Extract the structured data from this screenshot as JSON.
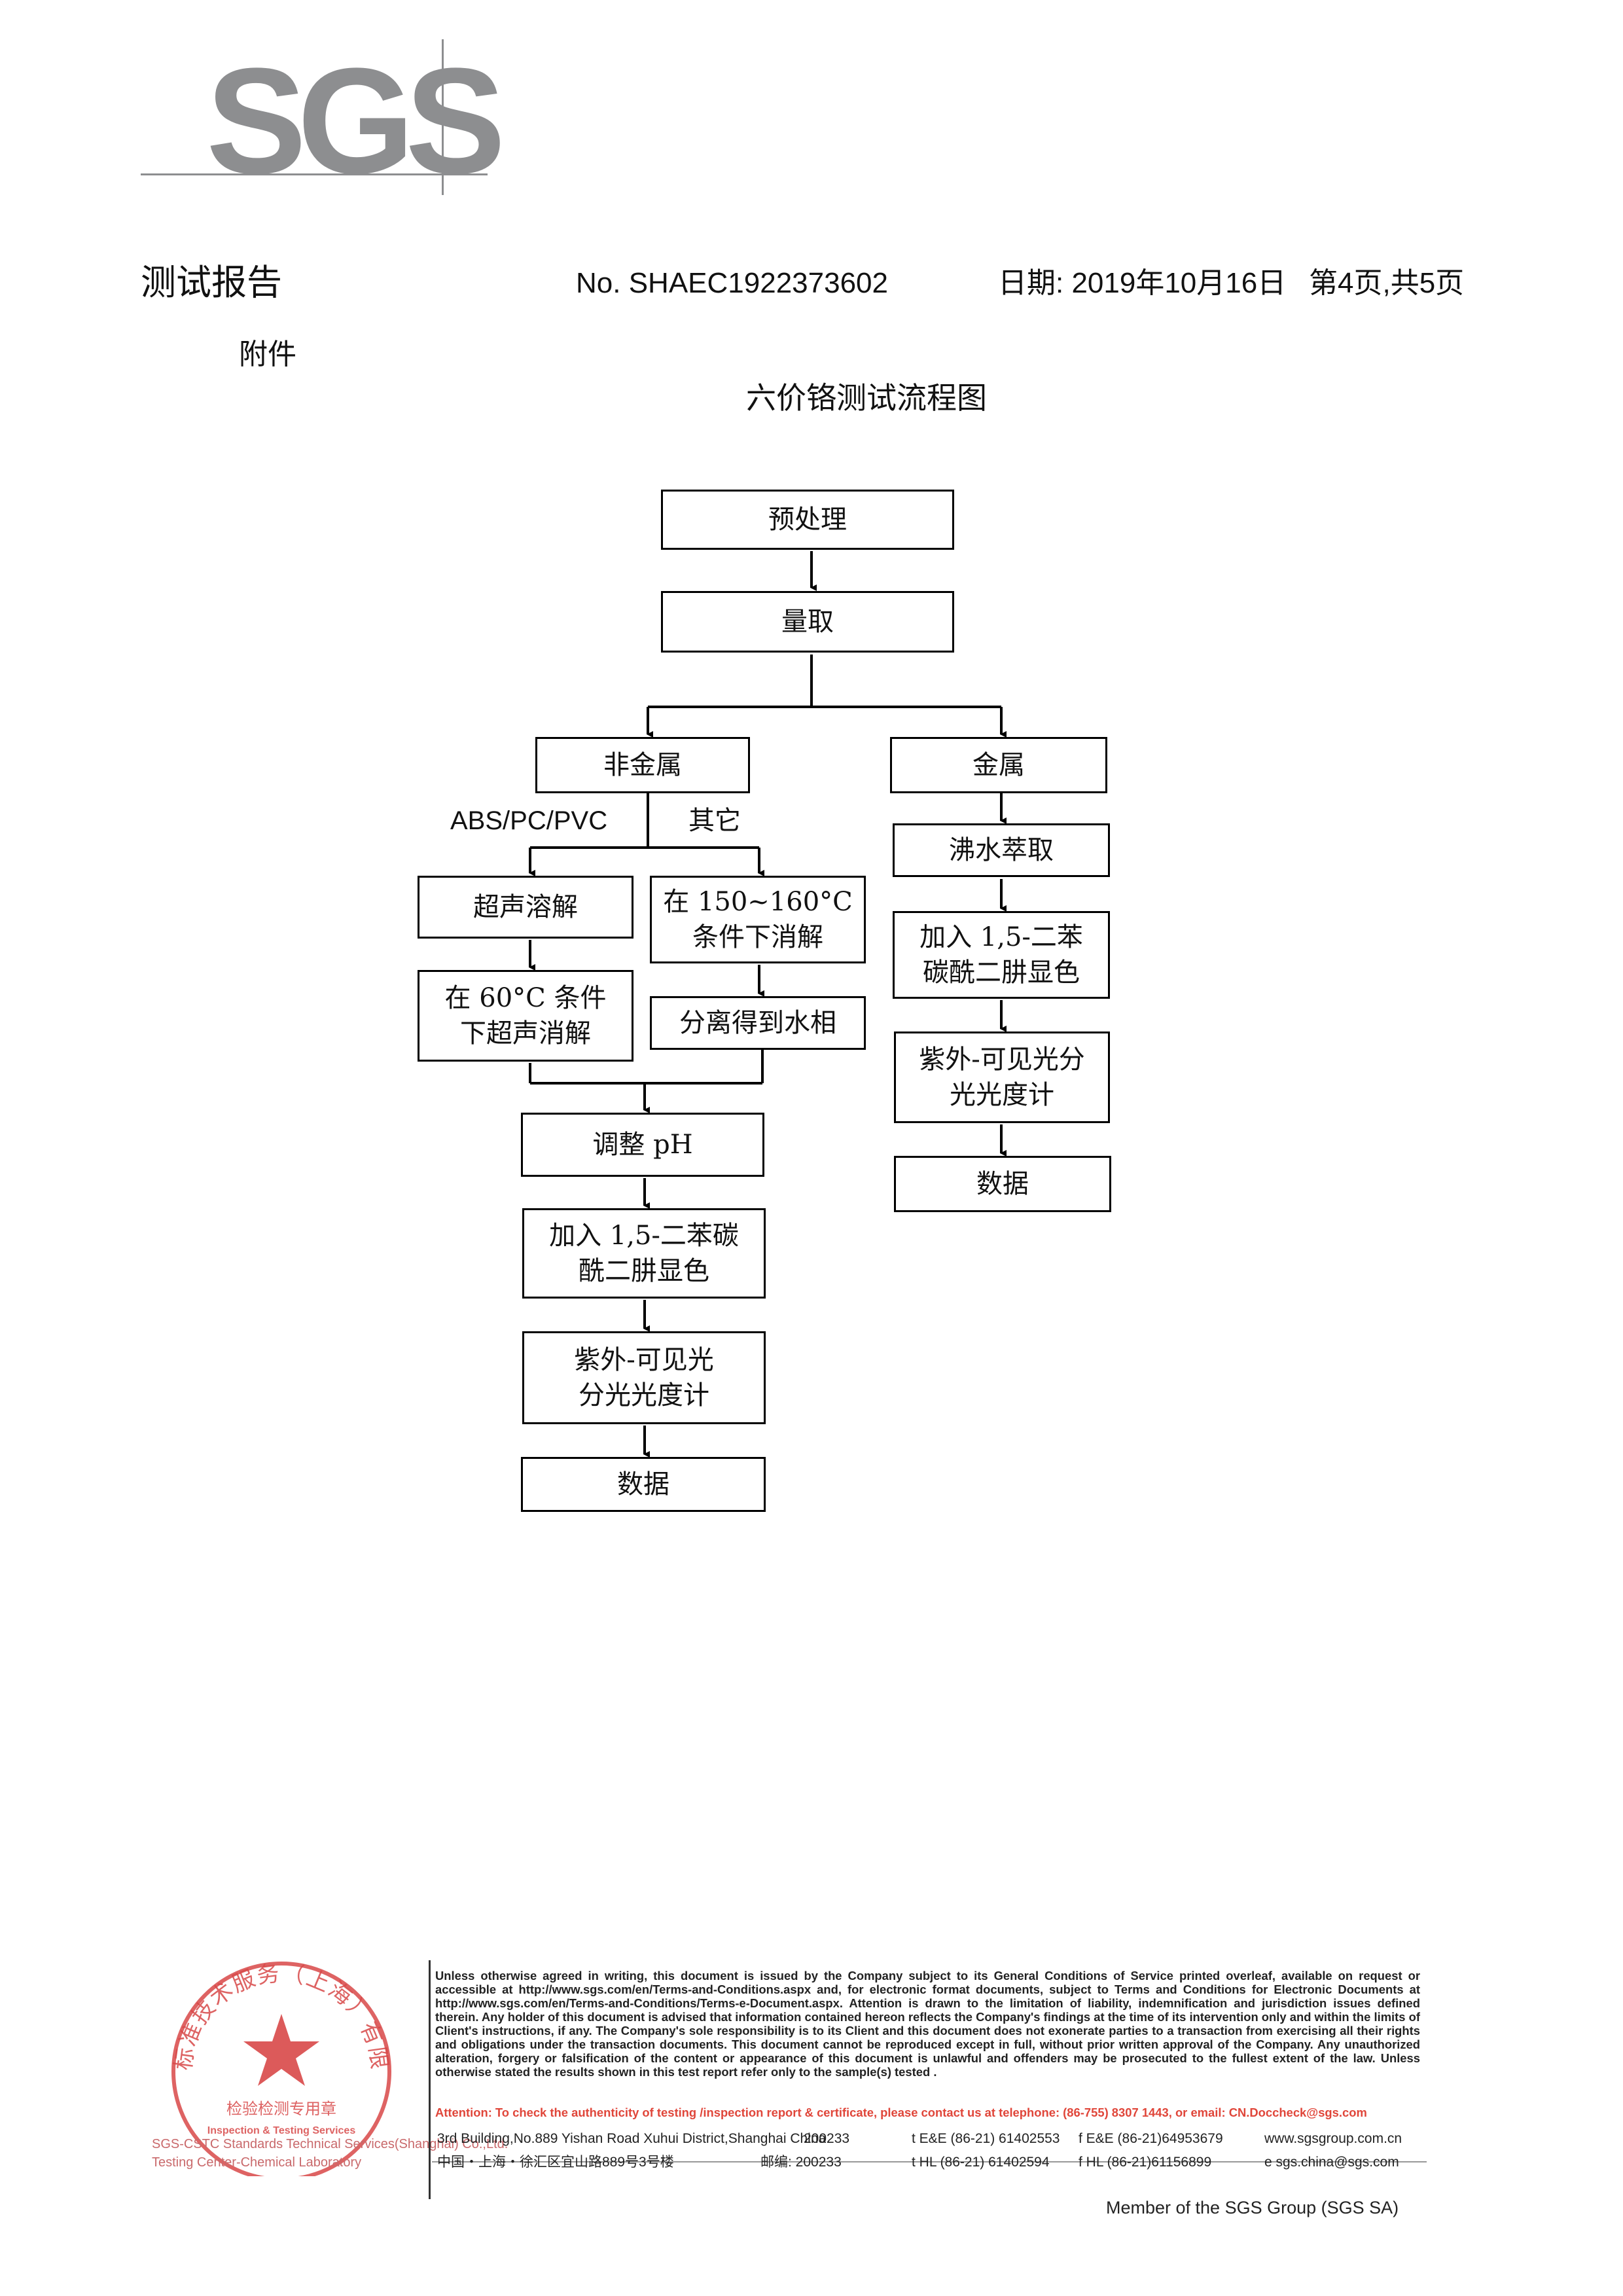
{
  "logo": {
    "text": "SGS",
    "color": "#8d8e90"
  },
  "header": {
    "title": "测试报告",
    "report_no": "No. SHAEC1922373602",
    "date": "日期: 2019年10月16日",
    "page": "第4页,共5页"
  },
  "attachment": "附件",
  "flow_title": "六价铬测试流程图",
  "flowchart": {
    "pretreat": "预处理",
    "measure": "量取",
    "nonmetal": "非金属",
    "metal": "金属",
    "label_abs": "ABS/PC/PVC",
    "label_other": "其它",
    "ultrasonic": "超声溶解",
    "digest_150": [
      "在 150~160°C",
      "条件下消解"
    ],
    "digest_60": [
      "在 60°C 条件",
      "下超声消解"
    ],
    "separate": "分离得到水相",
    "adjust_ph": "调整 pH",
    "add_dpc_left": [
      "加入 1,5-二苯碳",
      "酰二肼显色"
    ],
    "uv_left": [
      "紫外-可见光",
      "分光光度计"
    ],
    "data_left": "数据",
    "boil": "沸水萃取",
    "add_dpc_right": [
      "加入 1,5-二苯",
      "碳酰二肼显色"
    ],
    "uv_right": [
      "紫外-可见光分",
      "光光度计"
    ],
    "data_right": "数据"
  },
  "stamp": {
    "ring_text": "通标标准技术服务（上海）有限公司",
    "center_cn": "检验检测专用章",
    "center_en": "Inspection & Testing Services",
    "line1": "SGS-CSTC Standards Technical Services(Shanghai) Co.,Ltd.",
    "line2": "Testing Center-Chemical Laboratory",
    "color": "#c62828"
  },
  "footer": {
    "terms": "Unless otherwise agreed in writing, this document is issued by the Company subject to its General Conditions of Service printed overleaf, available on request or accessible at http://www.sgs.com/en/Terms-and-Conditions.aspx and, for electronic format documents, subject to Terms and Conditions for Electronic Documents at http://www.sgs.com/en/Terms-and-Conditions/Terms-e-Document.aspx. Attention is drawn to the limitation of liability, indemnification and jurisdiction issues defined therein. Any holder of this document is advised that information contained hereon reflects the Company's findings at the time of its intervention only and within the limits of Client's instructions, if any. The Company's sole responsibility is to its Client and this document does not exonerate parties to a transaction from exercising all their rights and obligations under the transaction documents. This document cannot be reproduced except in full, without prior written approval of the Company. Any unauthorized alteration, forgery or falsification of the content or appearance of this document is unlawful and offenders may be prosecuted to the fullest extent of the law. Unless otherwise stated the results shown in this test report refer only to the sample(s) tested .",
    "attention": "Attention: To check the authenticity of testing /inspection report & certificate, please contact us at telephone: (86-755) 8307 1443, or email: CN.Doccheck@sgs.com",
    "addr_en": "3rd Building,No.889 Yishan Road Xuhui District,Shanghai China",
    "zip_en": "200233",
    "tel_en": "t E&E (86-21) 61402553",
    "fax_en": "f E&E (86-21)64953679",
    "web": "www.sgsgroup.com.cn",
    "addr_cn": "中国・上海・徐汇区宜山路889号3号楼",
    "zip_cn": "邮编: 200233",
    "tel_cn": "t HL (86-21) 61402594",
    "fax_cn": "f HL (86-21)61156899",
    "email": "e sgs.china@sgs.com",
    "member": "Member of the SGS Group (SGS SA)"
  }
}
